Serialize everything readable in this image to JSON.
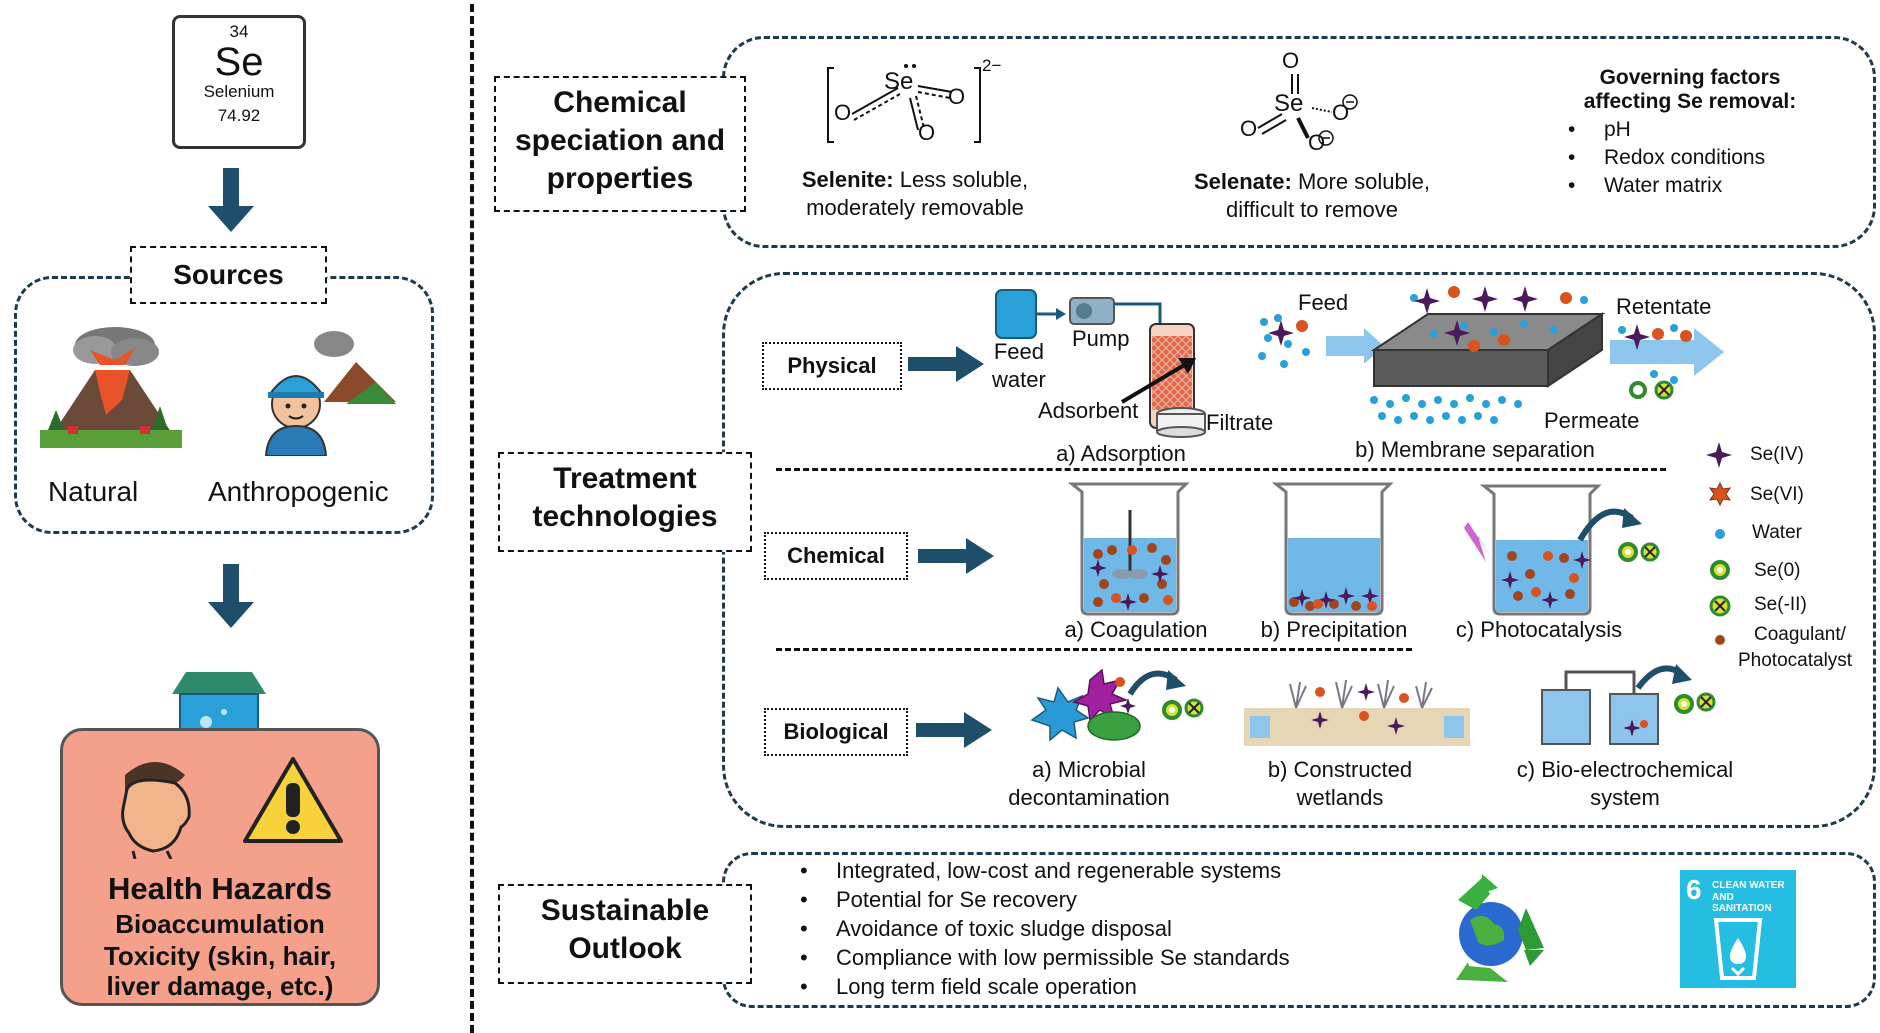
{
  "element": {
    "number": "34",
    "symbol": "Se",
    "name": "Selenium",
    "mass": "74.92"
  },
  "sources": {
    "title": "Sources",
    "natural": "Natural",
    "anthropogenic": "Anthropogenic"
  },
  "health": {
    "title": "Health Hazards",
    "lines": [
      "Bioaccumulation",
      "Toxicity (skin, hair,",
      "liver damage, etc.)"
    ]
  },
  "speciation": {
    "title_lines": [
      "Chemical",
      "speciation and",
      "properties"
    ],
    "selenite": {
      "name": "Selenite:",
      "desc1": "Less soluble,",
      "desc2": "moderately removable",
      "charge": "2−",
      "se": "Se",
      "o": "O"
    },
    "selenate": {
      "name": "Selenate:",
      "desc1": "More soluble,",
      "desc2": "difficult to remove",
      "se": "Se",
      "o": "O"
    },
    "factors": {
      "title1": "Governing factors",
      "title2": "affecting Se removal:",
      "items": [
        "pH",
        "Redox conditions",
        "Water matrix"
      ]
    }
  },
  "treatment": {
    "title_lines": [
      "Treatment",
      "technologies"
    ],
    "physical": {
      "label": "Physical",
      "feed_water": [
        "Feed",
        "water"
      ],
      "pump": "Pump",
      "adsorbent": "Adsorbent",
      "filtrate": "Filtrate",
      "cap_a": "a) Adsorption",
      "feed": "Feed",
      "retentate": "Retentate",
      "permeate": "Permeate",
      "cap_b": "b) Membrane separation"
    },
    "chemical": {
      "label": "Chemical",
      "cap_a": "a) Coagulation",
      "cap_b": "b) Precipitation",
      "cap_c": "c) Photocatalysis"
    },
    "biological": {
      "label": "Biological",
      "cap_a": [
        "a) Microbial",
        "decontamination"
      ],
      "cap_b": [
        "b) Constructed",
        "wetlands"
      ],
      "cap_c": [
        "c) Bio-electrochemical",
        "system"
      ]
    },
    "legend": [
      {
        "label": "Se(IV)",
        "icon": "star4-icon"
      },
      {
        "label": "Se(VI)",
        "icon": "star-burst-icon"
      },
      {
        "label": "Water",
        "icon": "dot-icon"
      },
      {
        "label": "Se(0)",
        "icon": "ring-icon"
      },
      {
        "label": "Se(-II)",
        "icon": "cross-circle-icon"
      },
      {
        "label": "Coagulant/",
        "label2": "Photocatalyst",
        "icon": "brown-dot-icon"
      }
    ]
  },
  "outlook": {
    "title_lines": [
      "Sustainable",
      "Outlook"
    ],
    "items": [
      "Integrated, low-cost and regenerable systems",
      "Potential for Se recovery",
      "Avoidance of toxic sludge disposal",
      "Compliance with low permissible Se standards",
      "Long term field scale operation"
    ],
    "sdg": {
      "number": "6",
      "line1": "CLEAN WATER",
      "line2": "AND SANITATION"
    }
  },
  "colors": {
    "navy": "#1f4e6b",
    "water": "#2aa0d8",
    "sevi": "#d9531e",
    "seiv": "#4a1a5a",
    "se0": "#2e8b2e",
    "health_bg": "#f4a08a",
    "sdg": "#26bde2"
  }
}
